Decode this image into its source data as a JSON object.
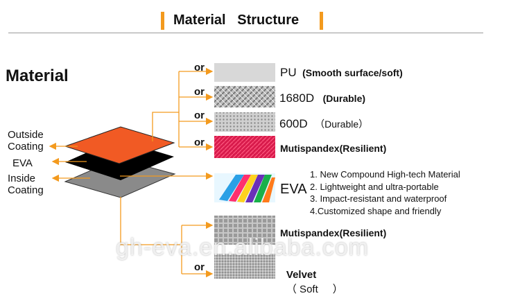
{
  "header": {
    "title": "Material   Structure"
  },
  "material_heading": "Material",
  "layers": {
    "outside": "Outside\nCoating",
    "eva": "EVA",
    "inside": "Inside\nCoating"
  },
  "or_word": "or",
  "outside_options": [
    {
      "name": "PU",
      "note": "(Smooth surface/soft)"
    },
    {
      "name": "1680D",
      "note": "(Durable)"
    },
    {
      "name": "600D",
      "note": "（Durable）"
    },
    {
      "name": "Mutispandex(Resilient)",
      "note": ""
    }
  ],
  "eva_option": {
    "name": "EVA",
    "features": [
      "1. New Compound High-tech Material",
      "2. Lightweight and ultra-portable",
      "3. Impact-resistant and waterproof",
      "4.Customized shape and friendly"
    ]
  },
  "inside_options": [
    {
      "name": "Mutispandex(Resilient)",
      "note": ""
    },
    {
      "name": "Velvet",
      "note": "（ Soft     ）"
    }
  ],
  "watermark": "gh-eva.en.alibaba.com",
  "colors": {
    "accent": "#f39a1e",
    "outside_layer": "#f15a24",
    "eva_layer": "#000000",
    "inside_layer": "#8a8a8a"
  }
}
